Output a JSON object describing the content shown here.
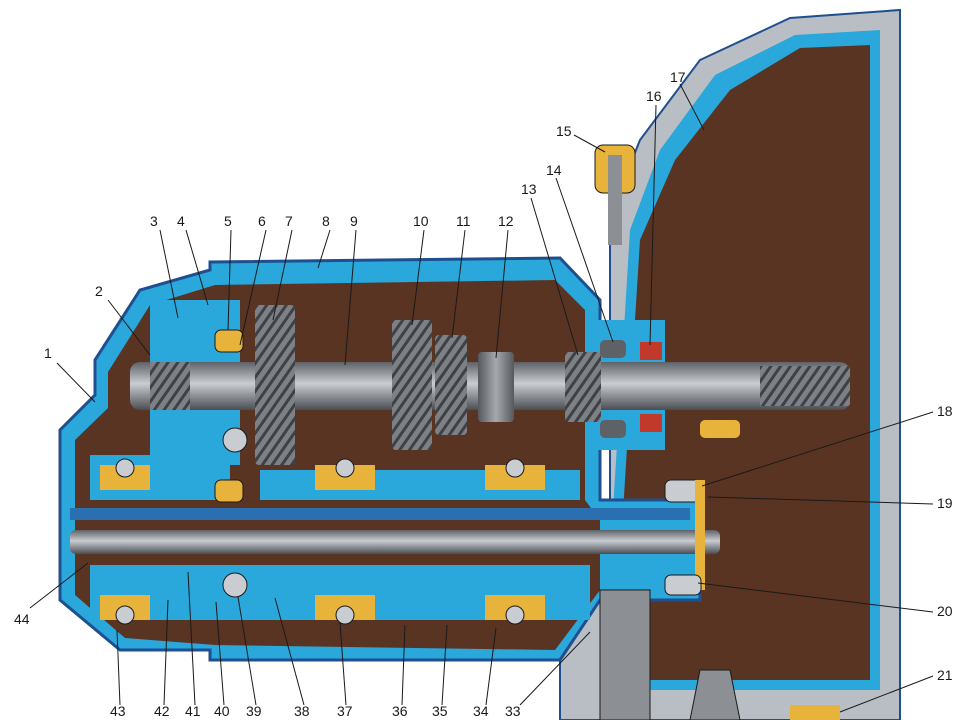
{
  "callouts": [
    "1",
    "2",
    "3",
    "4",
    "5",
    "6",
    "7",
    "8",
    "9",
    "10",
    "11",
    "12",
    "13",
    "14",
    "15",
    "16",
    "17",
    "18",
    "19",
    "20",
    "21",
    "33",
    "34",
    "35",
    "36",
    "37",
    "38",
    "39",
    "40",
    "41",
    "42",
    "43",
    "44"
  ],
  "colors": {
    "housing_blue": "#2aa7db",
    "housing_edge": "#1f4f8f",
    "oil_brown": "#5a3422",
    "bellhousing_gray": "#b8bec4",
    "shaft_steel": "#8c8f93",
    "bearing_yellow": "#e7b33a",
    "seal_red": "#c0392b"
  },
  "icons": [
    "gearbox-cross-section"
  ]
}
